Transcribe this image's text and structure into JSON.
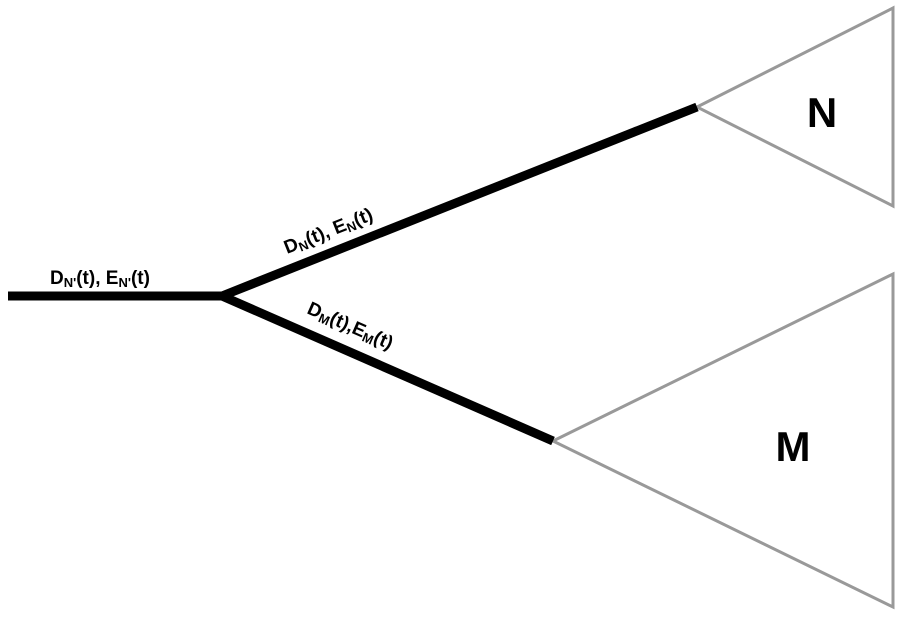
{
  "diagram": {
    "type": "phylogenetic-tree",
    "branches": [
      {
        "id": "root",
        "label_main_D": "D",
        "label_sub_D": "N'",
        "label_main_E": "E",
        "label_sub_E": "N'",
        "label_rest": "(t)",
        "sep": ", "
      },
      {
        "id": "upper",
        "label_main_D": "D",
        "label_sub_D": "N",
        "label_main_E": "E",
        "label_sub_E": "N",
        "label_rest": "(t)",
        "sep": ", "
      },
      {
        "id": "lower",
        "label_main_D": "D",
        "label_sub_D": "M",
        "label_main_E": "E",
        "label_sub_E": "M",
        "label_rest": "(t)",
        "sep": ","
      }
    ],
    "clades": [
      {
        "id": "N",
        "label": "N"
      },
      {
        "id": "M",
        "label": "M"
      }
    ],
    "colors": {
      "branch": "#000000",
      "clade_outline": "#999999",
      "text": "#000000",
      "background": "#ffffff"
    }
  }
}
